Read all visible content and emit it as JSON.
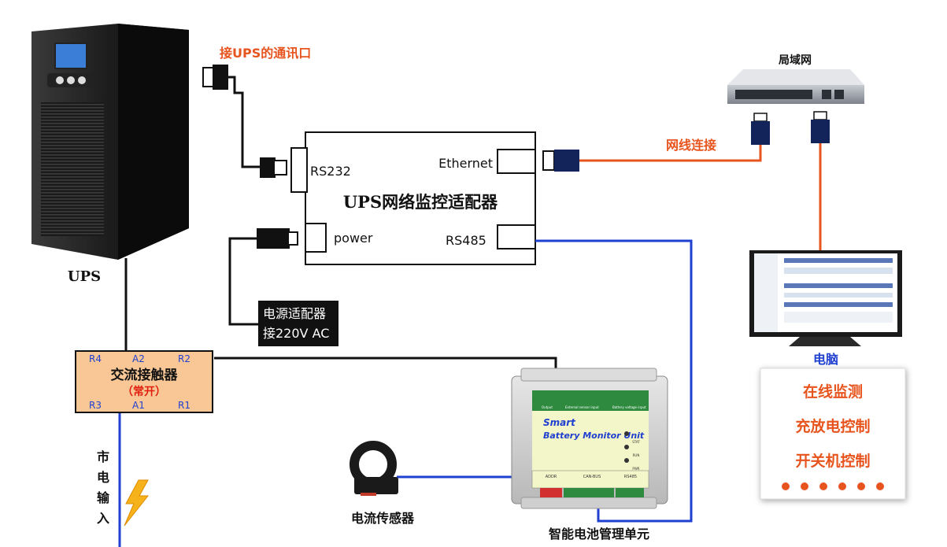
{
  "diagram": {
    "ups_label": "UPS",
    "ups_port_label": "接UPS的通讯口",
    "adapter": {
      "rs232": "RS232",
      "ethernet": "Ethernet",
      "title": "UPS网络监控适配器",
      "power": "power",
      "rs485": "RS485"
    },
    "cable_label": "网线连接",
    "switch_label": "局域网",
    "computer_label": "电脑",
    "power_adapter": {
      "line1": "电源适配器",
      "line2": "接220V AC"
    },
    "contactor": {
      "r4": "R4",
      "a2": "A2",
      "r2": "R2",
      "name": "交流接触器",
      "state": "（常开）",
      "r3": "R3",
      "a1": "A1",
      "r1": "R1"
    },
    "mains_label": [
      "市",
      "电",
      "输",
      "入"
    ],
    "sensor_label": "电流传感器",
    "bmu": {
      "brand": "Smart",
      "product": "Battery Monitor Unit",
      "label": "智能电池管理单元",
      "stat": "STAT",
      "run": "RUN",
      "pwr": "PWR",
      "addr": "ADDR",
      "canbus": "CAN-BUS",
      "rs485": "RS485",
      "output": "Output",
      "sensor_input": "External sensor input",
      "voltage_input": "Battery voltage input"
    },
    "features": [
      "在线监测",
      "充放电控制",
      "开关机控制"
    ],
    "colors": {
      "orange": "#e8541e",
      "blue": "#1f3fd0",
      "contactor_fill": "#f8c795",
      "contactor_red": "#e02010"
    }
  }
}
